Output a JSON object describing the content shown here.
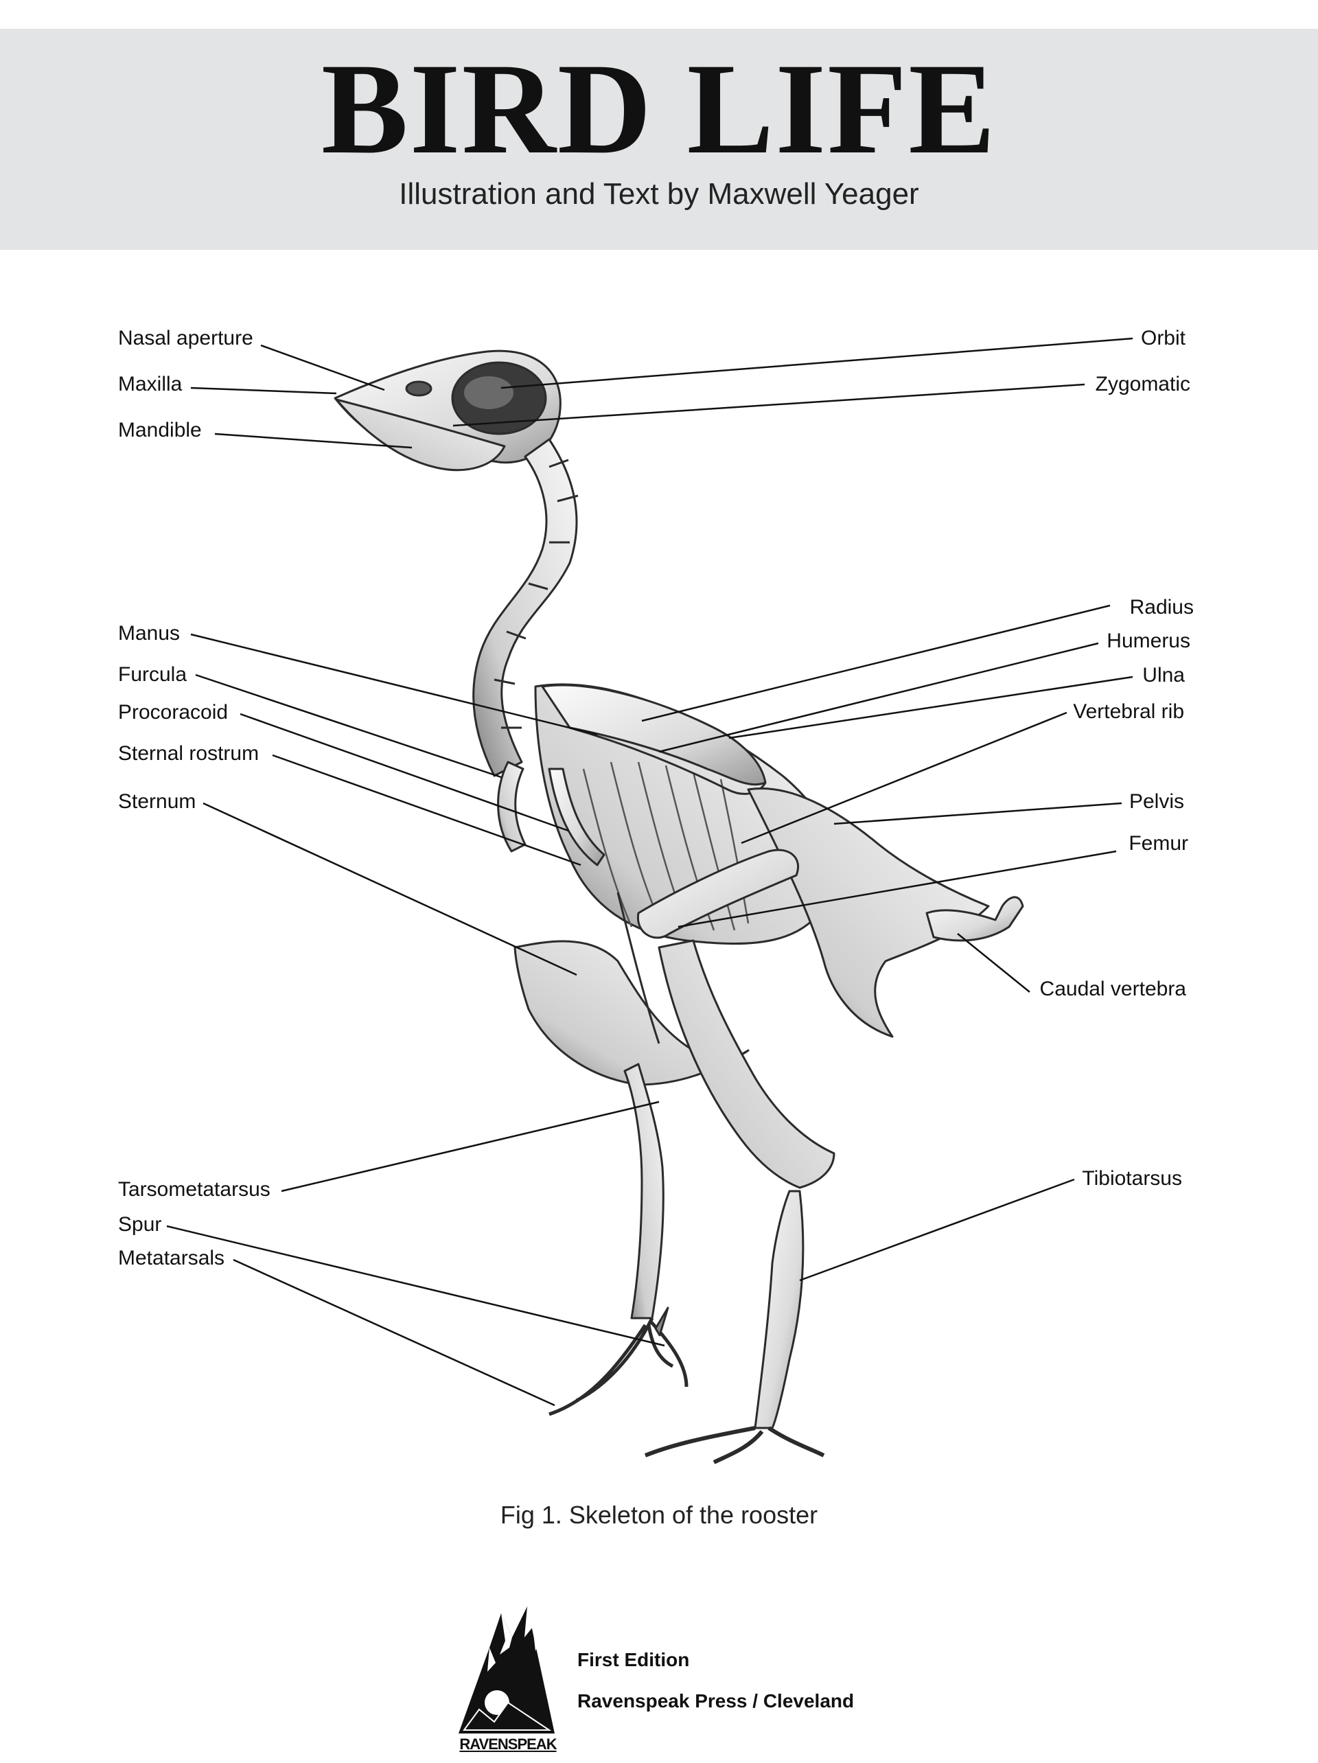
{
  "header": {
    "title": "BIRD LIFE",
    "subtitle": "Illustration and Text by Maxwell Yeager"
  },
  "labels": {
    "nasal_aperture": "Nasal aperture",
    "maxilla": "Maxilla",
    "mandible": "Mandible",
    "manus": "Manus",
    "furcula": "Furcula",
    "procoracoid": "Procoracoid",
    "sternal_rostrum": "Sternal rostrum",
    "sternum": "Sternum",
    "tarsometatarsus": "Tarsometatarsus",
    "spur": "Spur",
    "metatarsals": "Metatarsals",
    "orbit": "Orbit",
    "zygomatic": "Zygomatic",
    "radius": "Radius",
    "humerus": "Humerus",
    "ulna": "Ulna",
    "vertebral_rib": "Vertebral rib",
    "pelvis": "Pelvis",
    "femur": "Femur",
    "caudal_vertebra": "Caudal vertebra",
    "tibiotarsus": "Tibiotarsus"
  },
  "caption": "Fig 1. Skeleton of the rooster",
  "publisher": {
    "logo_text": "RAVENSPEAK",
    "edition": "First Edition",
    "press": "Ravenspeak Press / Cleveland"
  },
  "colors": {
    "header_band": "#e3e4e5",
    "ink": "#111111",
    "bone": "#e9e9e9",
    "bone_shadow": "#8c8c8c"
  }
}
